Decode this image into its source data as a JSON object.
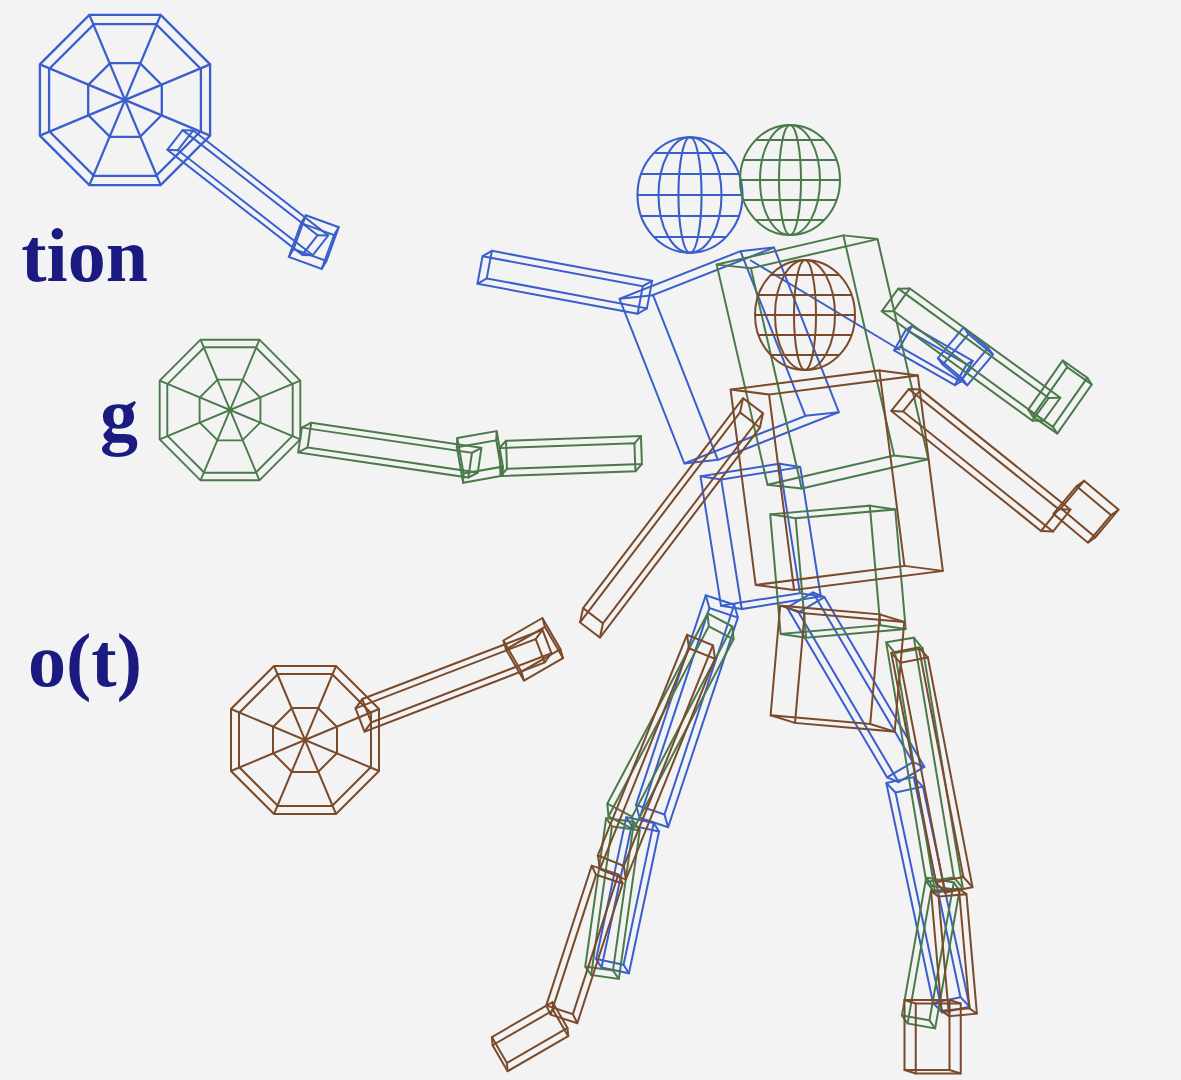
{
  "diagram": {
    "labels": [
      "tion",
      "g",
      "o(t)"
    ]
  }
}
